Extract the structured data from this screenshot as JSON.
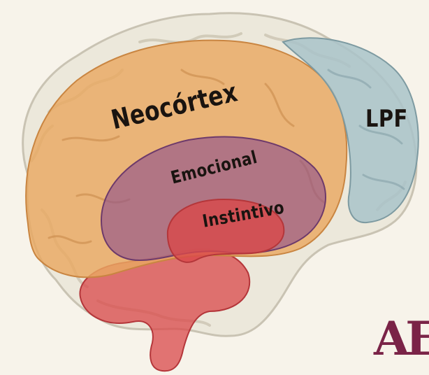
{
  "labels": {
    "neocortex": "Neocórtex",
    "lpf": "LPF",
    "emocional": "Emocional",
    "instintivo": "Instintivo"
  },
  "logo": {
    "text": "AE"
  },
  "colors": {
    "background": "#f7f3ea",
    "outer_brain": "#ece8db",
    "neocortex": "#e9a861",
    "lpf": "#a9c3c9",
    "emocional": "#8e4f8c",
    "instintivo": "#d9484a",
    "logo": "#7a2347"
  }
}
